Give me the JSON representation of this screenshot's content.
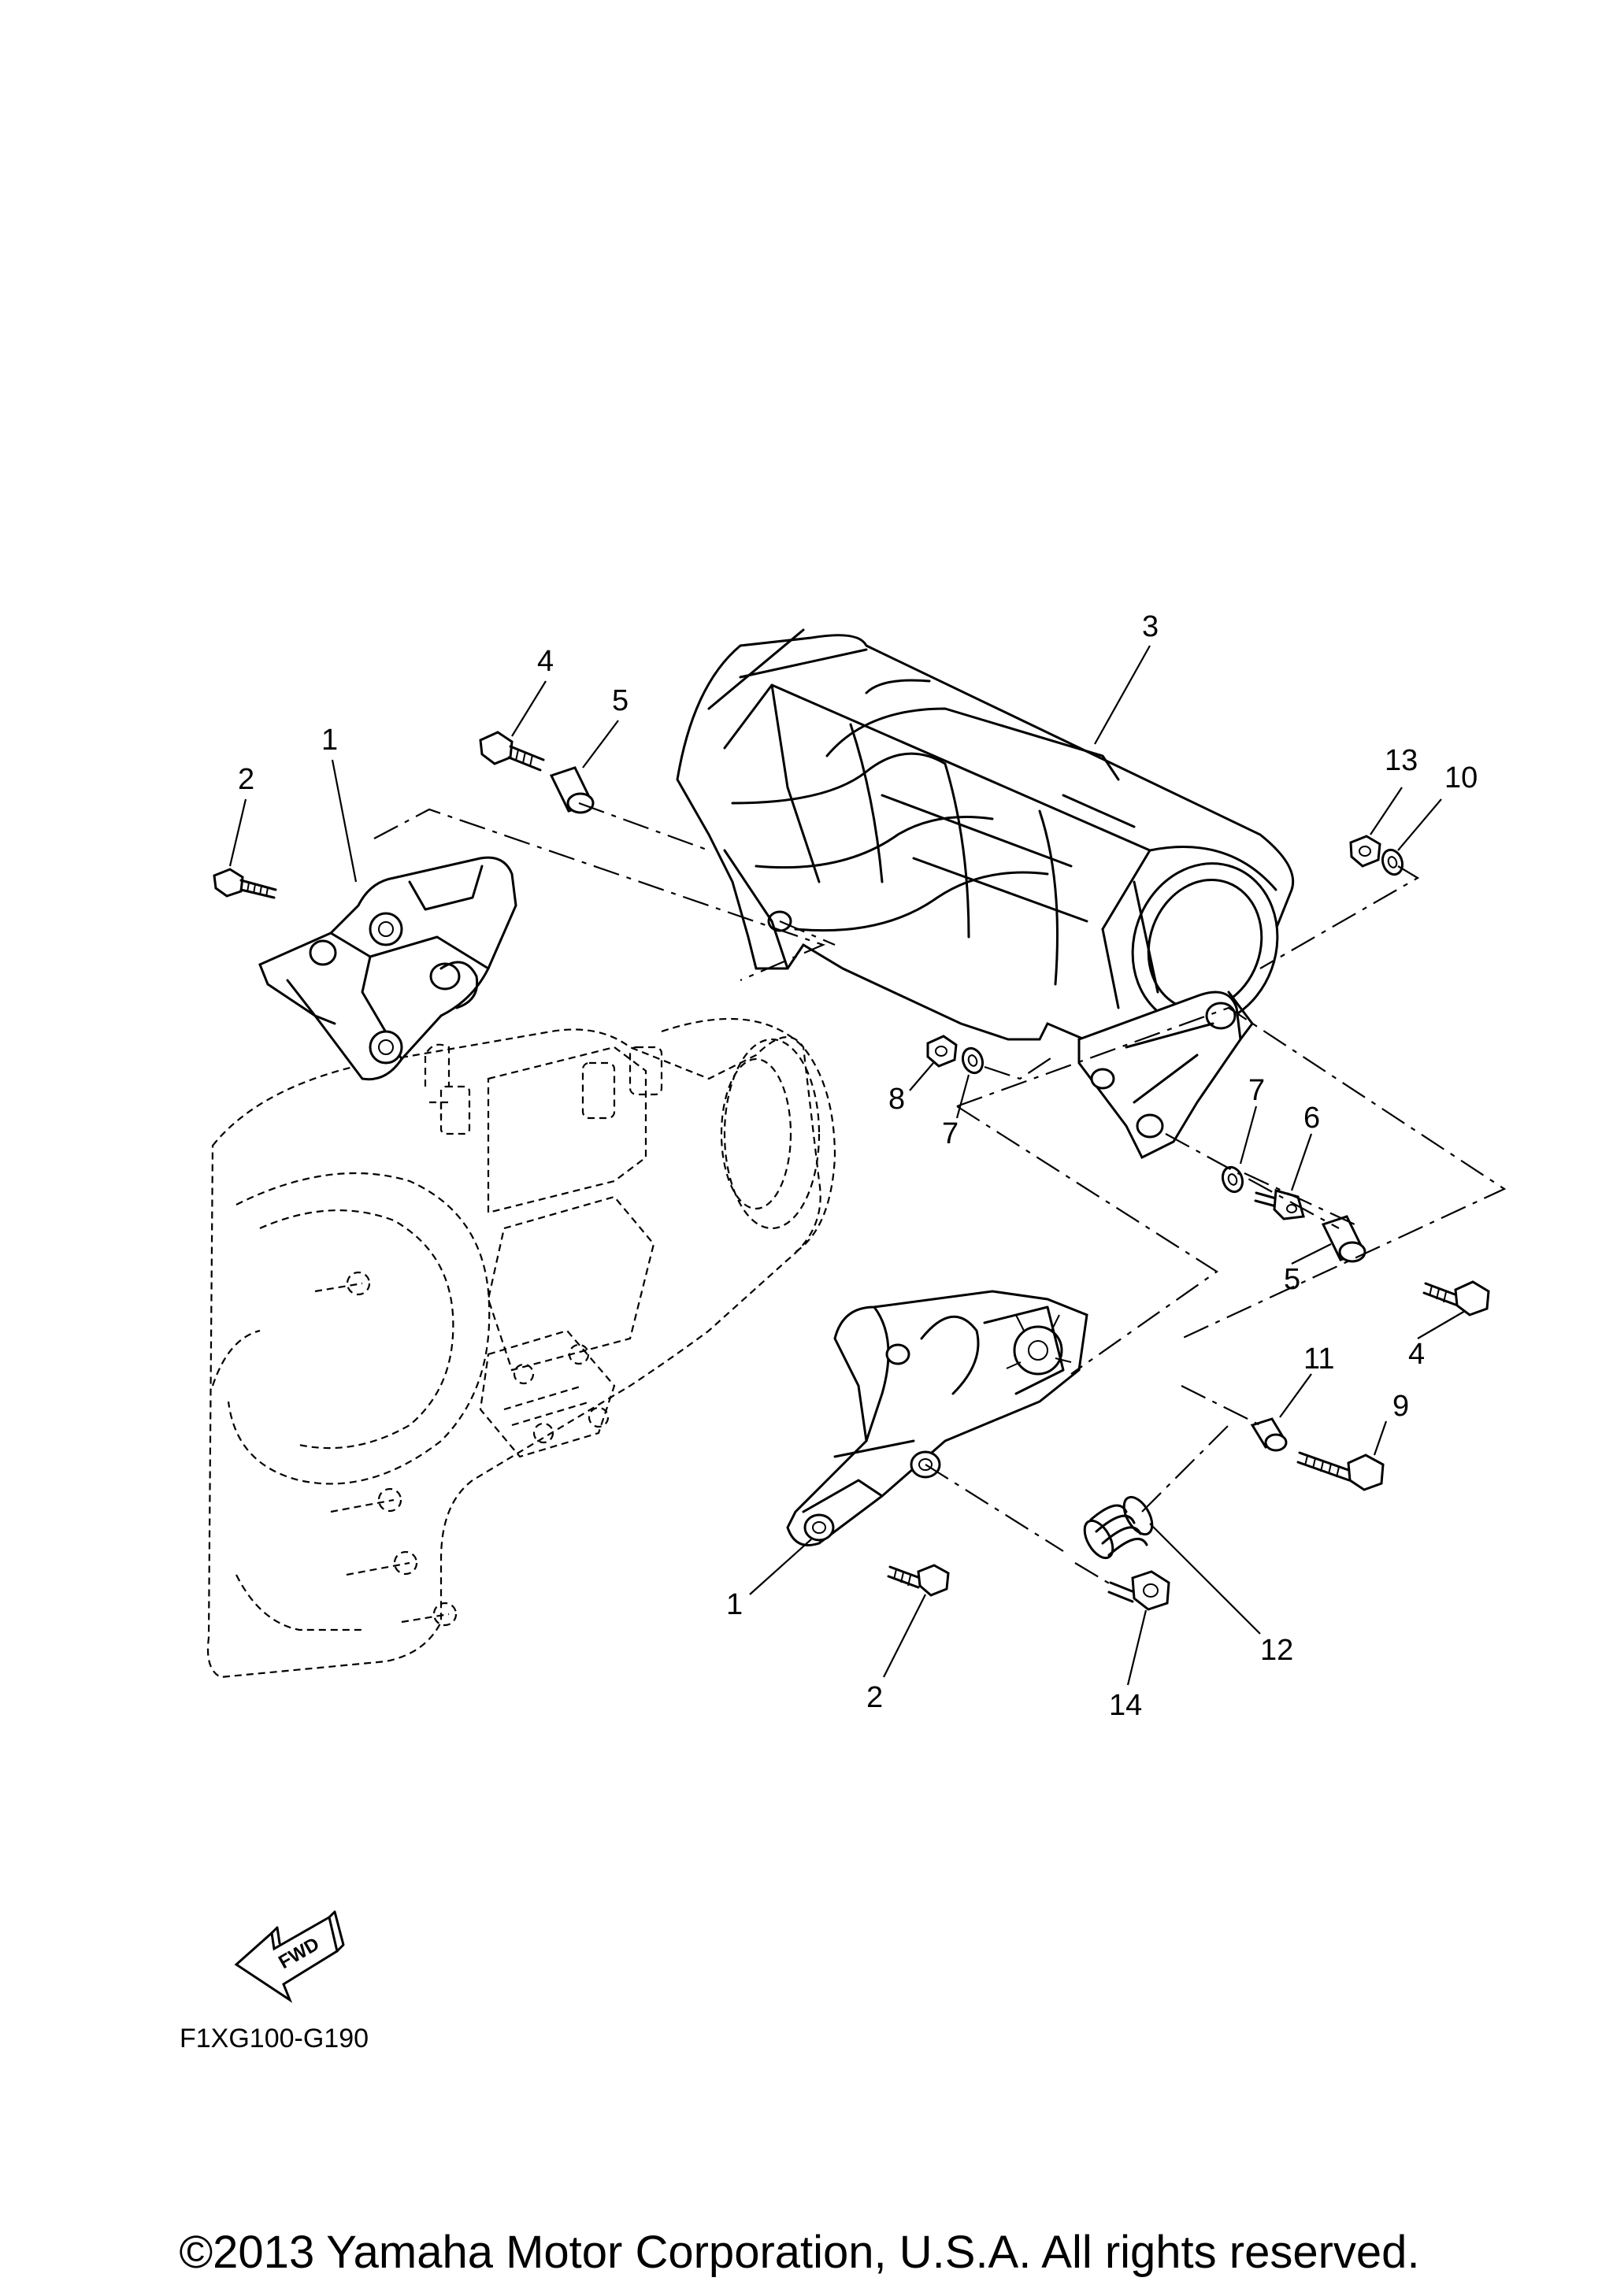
{
  "diagram": {
    "callouts": [
      {
        "id": "c1a",
        "label": "1"
      },
      {
        "id": "c2a",
        "label": "2"
      },
      {
        "id": "c4a",
        "label": "4"
      },
      {
        "id": "c5a",
        "label": "5"
      },
      {
        "id": "c3",
        "label": "3"
      },
      {
        "id": "c13",
        "label": "13"
      },
      {
        "id": "c10",
        "label": "10"
      },
      {
        "id": "c8",
        "label": "8"
      },
      {
        "id": "c7a",
        "label": "7"
      },
      {
        "id": "c7b",
        "label": "7"
      },
      {
        "id": "c6",
        "label": "6"
      },
      {
        "id": "c5b",
        "label": "5"
      },
      {
        "id": "c4b",
        "label": "4"
      },
      {
        "id": "c11",
        "label": "11"
      },
      {
        "id": "c9",
        "label": "9"
      },
      {
        "id": "c1b",
        "label": "1"
      },
      {
        "id": "c2b",
        "label": "2"
      },
      {
        "id": "c14",
        "label": "14"
      },
      {
        "id": "c12",
        "label": "12"
      }
    ],
    "fwd_label": "FWD",
    "diagram_code": "F1XG100-G190",
    "copyright": "©2013 Yamaha Motor Corporation, U.S.A. All rights reserved."
  }
}
